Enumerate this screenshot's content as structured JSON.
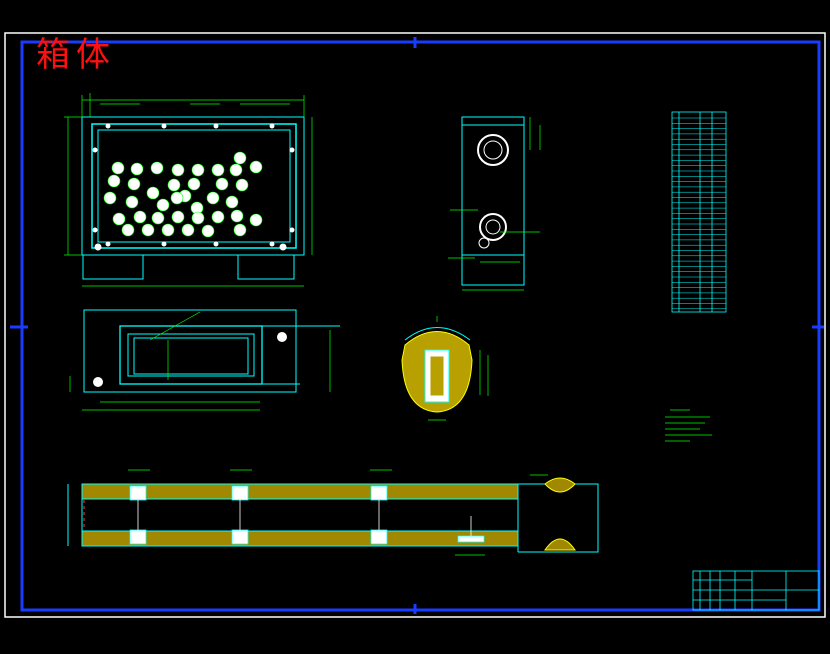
{
  "drawing": {
    "title_stamp": "箱体",
    "colors": {
      "background": "#000000",
      "outer_frame": "#ffffff",
      "inner_frame": "#1a3cff",
      "cut_lines": "#ffffff",
      "outline": "#00ffff",
      "dimension": "#00ff00",
      "hatch": "#ffff00",
      "bearing_fill": "#ffffff",
      "title_block_text": "#00ffff",
      "stamp": "#ff1010"
    },
    "views": [
      "top-view",
      "side-view",
      "front-view",
      "section-view",
      "long-section-view"
    ],
    "notes_block": "technical-requirements",
    "bom_table": "parts-list",
    "title_block": "title-block"
  }
}
